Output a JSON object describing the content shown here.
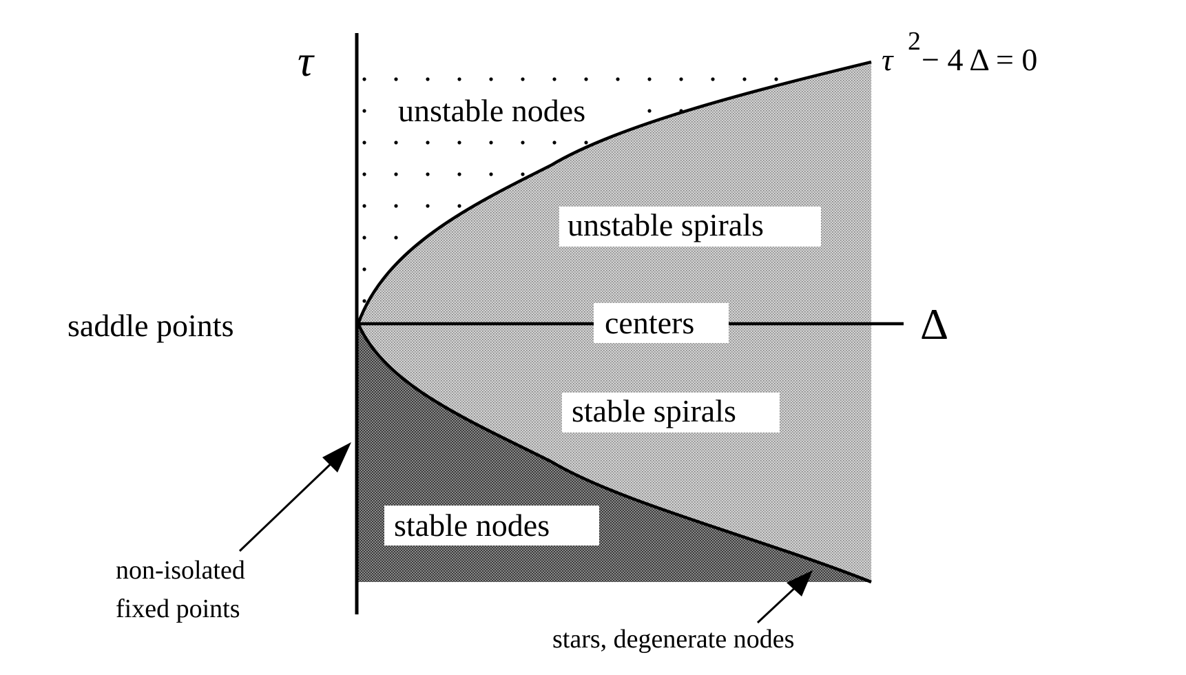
{
  "axes": {
    "vertical_label": "τ",
    "horizontal_label": "Δ"
  },
  "curve": {
    "equation_tau": "τ",
    "equation_exponent": "2",
    "equation_rest": " − 4 Δ = 0"
  },
  "regions": {
    "unstable_nodes": "unstable nodes",
    "unstable_spirals": "unstable spirals",
    "centers": "centers",
    "stable_spirals": "stable spirals",
    "stable_nodes": "stable nodes",
    "saddle_points": "saddle points"
  },
  "annotations": {
    "non_isolated_line1": "non-isolated",
    "non_isolated_line2": "fixed points",
    "stars_degenerate": "stars, degenerate nodes"
  },
  "colors": {
    "ink": "#000000",
    "spiral_shade": "#bdbdbd",
    "node_shade": "#6e6e6e",
    "label_bg": "#ffffff"
  }
}
